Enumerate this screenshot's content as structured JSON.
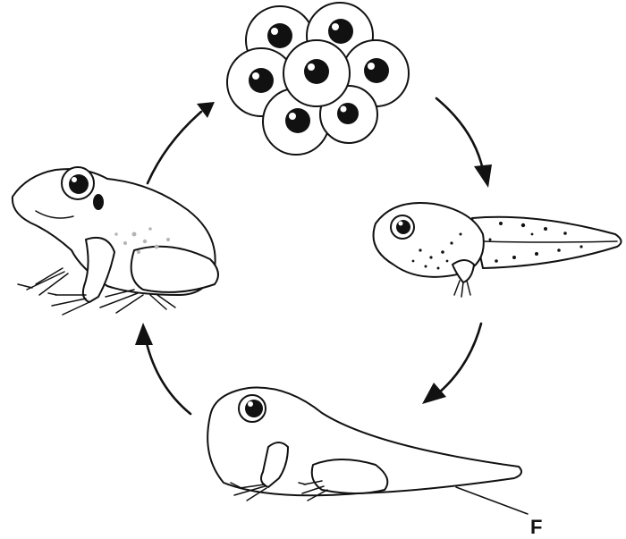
{
  "diagram": {
    "stages": [
      {
        "id": "eggs",
        "icon": "frog-eggs-icon"
      },
      {
        "id": "tadpole",
        "icon": "tadpole-icon"
      },
      {
        "id": "froglet",
        "icon": "froglet-icon"
      },
      {
        "id": "adult-frog",
        "icon": "frog-icon"
      }
    ],
    "cycle_direction": "clockwise",
    "pointer_label": "F",
    "colors": {
      "ink": "#111111",
      "paper": "#ffffff",
      "spots": "#b5b5b5"
    }
  }
}
